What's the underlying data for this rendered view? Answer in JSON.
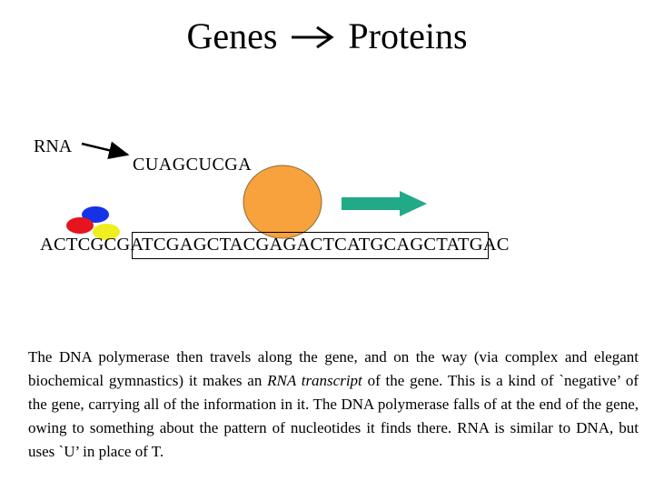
{
  "title": {
    "left": "Genes",
    "arrow_icon": "right-arrow-icon",
    "right": "Proteins"
  },
  "diagram": {
    "rna_label": "RNA",
    "transcript": "CUAGCUCGA",
    "dna_sequence": {
      "before_gene": "ACTCGC",
      "gene": "GATCGAGCTACGAGACTCATGCAG",
      "after_gene": "CTATGAC"
    },
    "colors": {
      "polymerase": "#f7a23c",
      "polymerase_outline": "#8a6a3a",
      "direction_arrow": "#22aa88",
      "nucleotide_blue": "#1432e6",
      "nucleotide_red": "#e6141e",
      "nucleotide_yellow": "#f0ee20"
    }
  },
  "description": {
    "part1": "The DNA polymerase then travels along the gene, and on the way (via complex and elegant biochemical gymnastics) it makes an ",
    "emphasis": "RNA transcript",
    "part2": " of the gene. This is a kind of `negative’ of the gene, carrying all of the information in it. The DNA polymerase falls of at the end of the gene, owing to something about the pattern of nucleotides it finds there. RNA is similar to DNA, but uses `U’ in place of T."
  }
}
